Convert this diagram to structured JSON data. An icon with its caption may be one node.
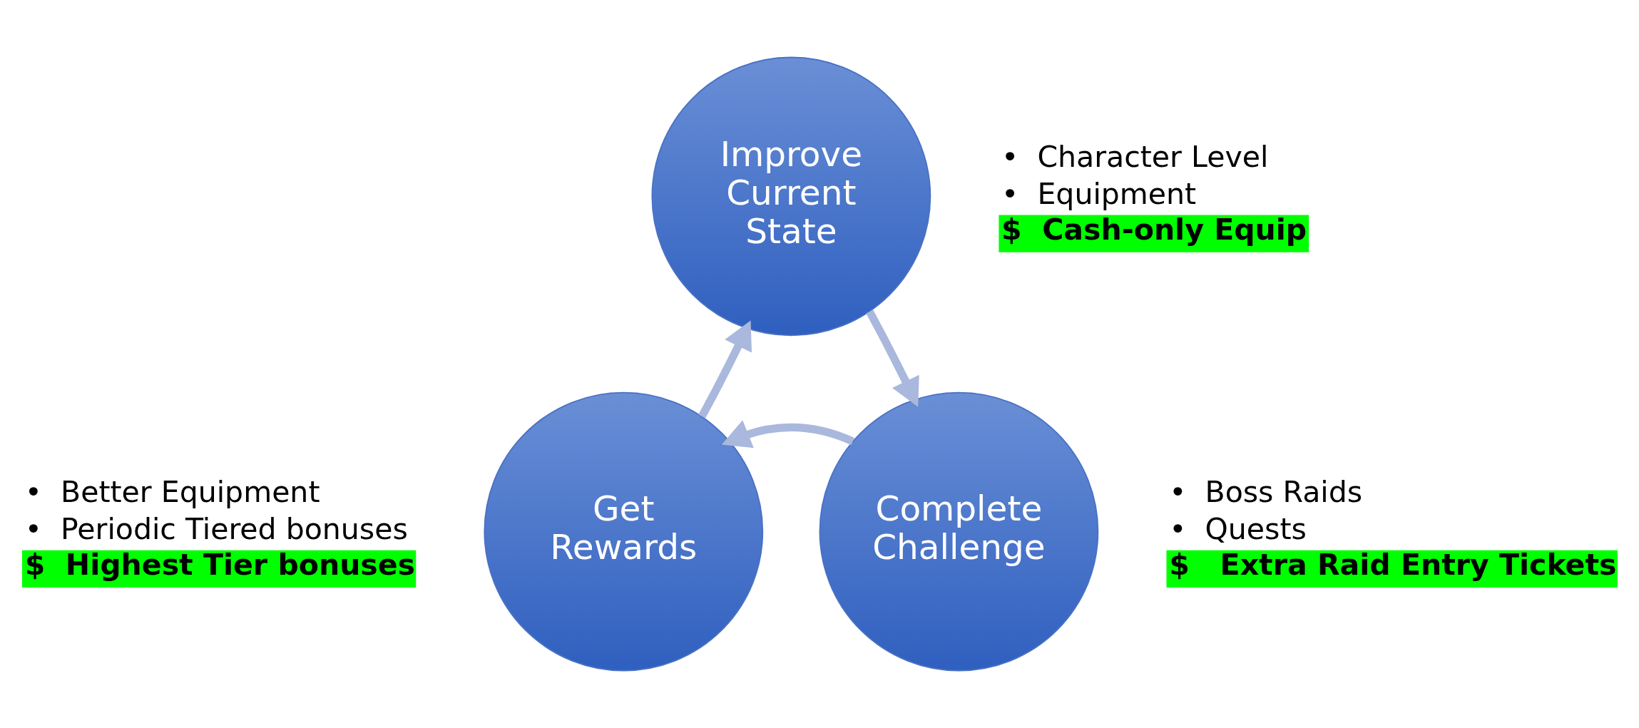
{
  "diagram": {
    "nodes": [
      {
        "text": [
          "Improve Current State"
        ],
        "beside": [
          "•  Character Level",
          "•  Equipment",
          "$  Cash-only Equip"
        ]
      },
      {
        "text": [
          "Get Rewards"
        ],
        "beside": [
          "•  Better Equipment",
          "•  Periodic Tiered bonuses",
          "$  Highest Tier bonuses"
        ]
      },
      {
        "text": [
          "Complete Challenge"
        ],
        "beside": [
          "•  Boss Raids",
          "•  Quests",
          "$   Extra Raid Entry Tickets"
        ]
      }
    ],
    "edges": [
      {
        "from": 0,
        "to": 2,
        "arrow": "to"
      },
      {
        "from": 2,
        "to": 1,
        "arrow": "to"
      },
      {
        "from": 1,
        "to": 0,
        "arrow": "to"
      }
    ]
  }
}
